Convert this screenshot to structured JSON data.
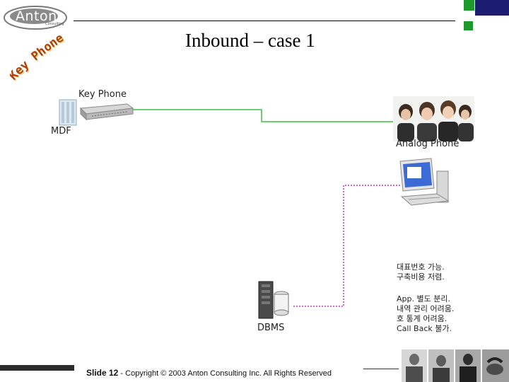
{
  "slide": {
    "title": "Inbound – case 1",
    "section_word1": "Key",
    "section_word2": "Phone"
  },
  "logo": {
    "name": "Anton",
    "sub": "Consulting"
  },
  "diagram": {
    "key_phone_label": "Key Phone",
    "mdf_label": "MDF",
    "analog_phone_label": "Analog Phone",
    "dbms_label": "DBMS",
    "note_pros": [
      "대표번호 가능.",
      "구축비용 저렴."
    ],
    "note_cons": [
      "App. 별도 분리.",
      "내역 관리 어려움.",
      "호 통계 어려움.",
      "Call Back 불가."
    ]
  },
  "footer": {
    "slide_label": "Slide 12",
    "copyright": "- Copyright © 2003 Anton Consulting Inc.  All Rights Reserved"
  },
  "colors": {
    "navy": "#1c1c72",
    "green": "#1e9a2c",
    "phone_line": "#3fbf3f",
    "data_line": "#cc33cc",
    "keyphone_art": "#b13f0a"
  }
}
